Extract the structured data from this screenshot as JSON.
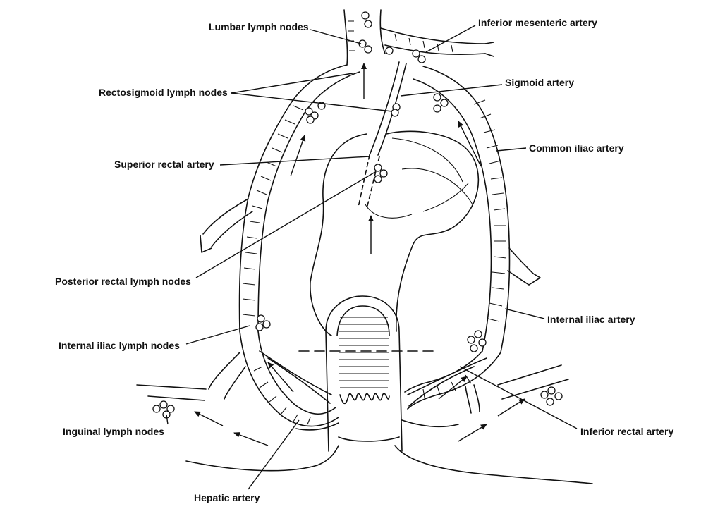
{
  "labels": {
    "lumbar": "Lumbar lymph nodes",
    "inferior_mesenteric": "Inferior mesenteric artery",
    "rectosigmoid": "Rectosigmoid lymph nodes",
    "sigmoid": "Sigmoid artery",
    "common_iliac": "Common iliac artery",
    "superior_rectal": "Superior rectal artery",
    "posterior_rectal": "Posterior rectal lymph nodes",
    "internal_iliac_artery": "Internal iliac artery",
    "internal_iliac_nodes": "Internal iliac lymph nodes",
    "inguinal": "Inguinal lymph nodes",
    "inferior_rectal": "Inferior rectal artery",
    "hepatic": "Hepatic artery"
  }
}
